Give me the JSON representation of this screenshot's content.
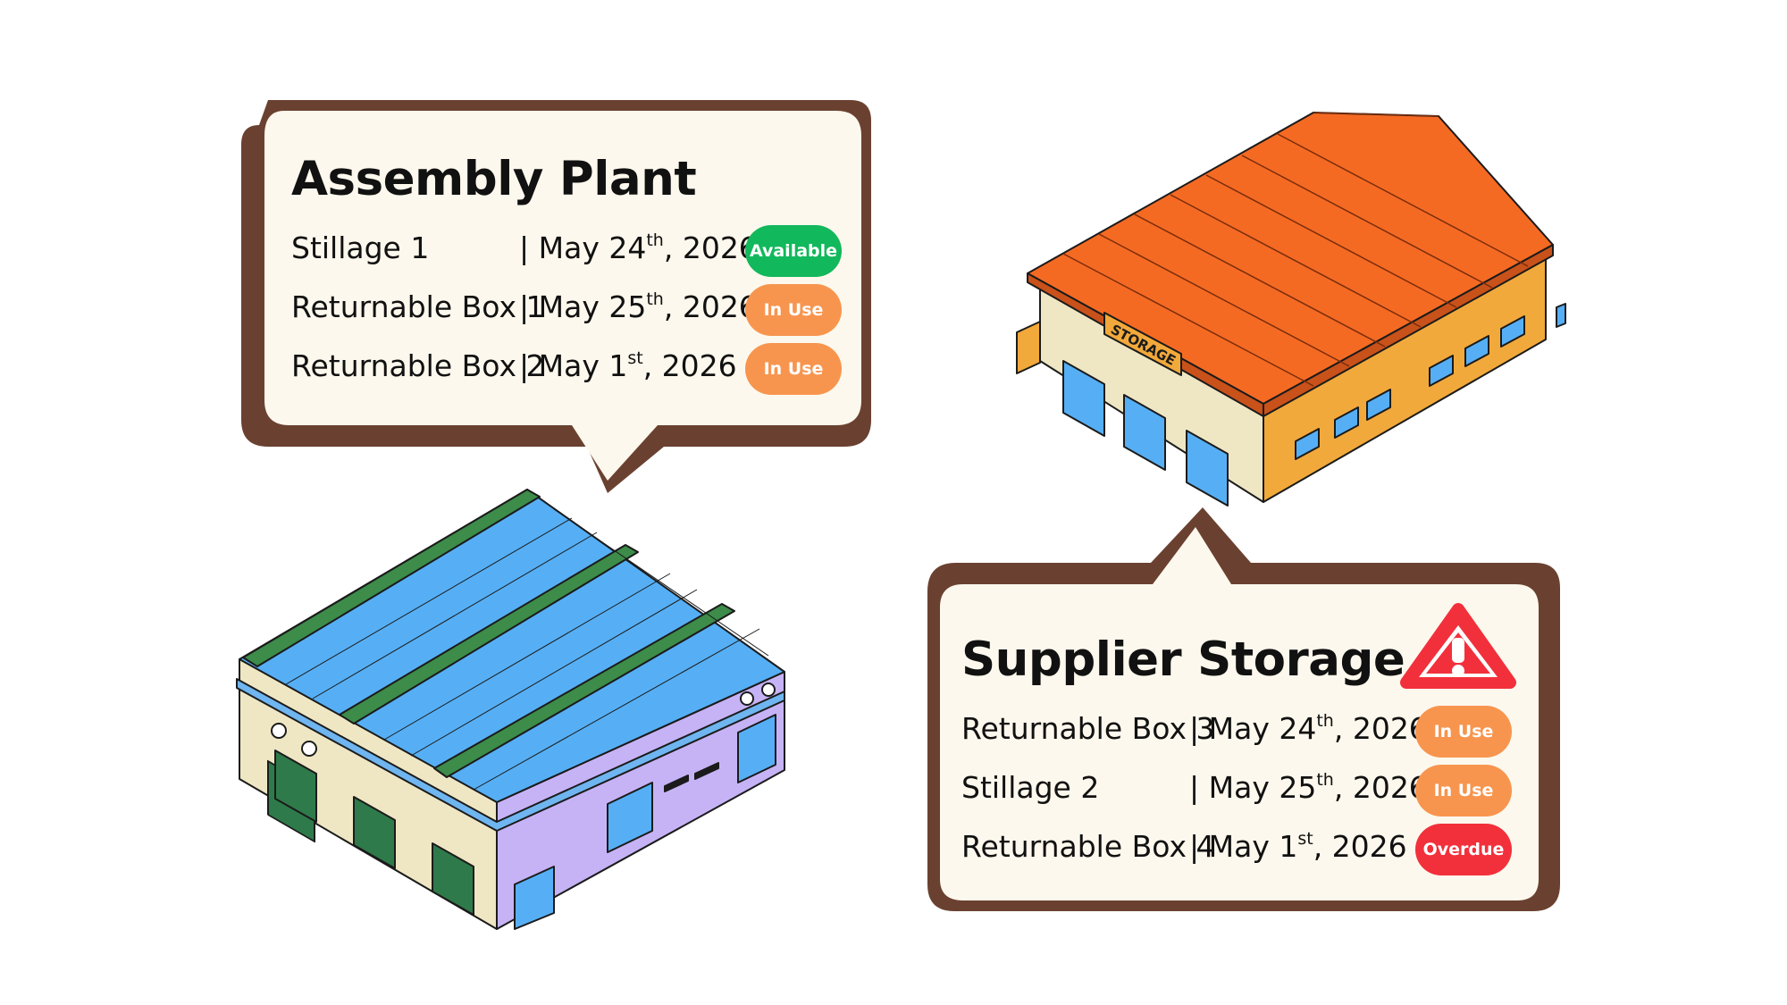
{
  "colors": {
    "bubble_border": "#6a4130",
    "bubble_fill": "#fdf8ed",
    "available": "#12b85c",
    "in_use": "#f7954f",
    "overdue": "#f2303b"
  },
  "assembly_plant": {
    "title": "Assembly Plant",
    "items": [
      {
        "name": "Stillage 1",
        "sep": "|",
        "date_pre": "May 24",
        "date_sup": "th",
        "date_post": ", 2026",
        "status": "Available"
      },
      {
        "name": "Returnable Box 1",
        "sep": "|",
        "date_pre": "May 25",
        "date_sup": "th",
        "date_post": ", 2026",
        "status": "In Use"
      },
      {
        "name": "Returnable Box 2",
        "sep": "|",
        "date_pre": "May 1",
        "date_sup": "st",
        "date_post": ", 2026",
        "status": "In Use"
      }
    ]
  },
  "supplier_storage": {
    "title": "Supplier Storage",
    "warning_icon": "warning-icon",
    "sign_text": "STORAGE",
    "items": [
      {
        "name": "Returnable Box 3",
        "sep": "|",
        "date_pre": "May 24",
        "date_sup": "th",
        "date_post": ", 2026",
        "status": "In Use"
      },
      {
        "name": "Stillage 2",
        "sep": "|",
        "date_pre": "May 25",
        "date_sup": "th",
        "date_post": ", 2026",
        "status": "In Use"
      },
      {
        "name": "Returnable Box 4",
        "sep": "|",
        "date_pre": "May 1",
        "date_sup": "st",
        "date_post": ", 2026",
        "status": "Overdue"
      }
    ]
  }
}
